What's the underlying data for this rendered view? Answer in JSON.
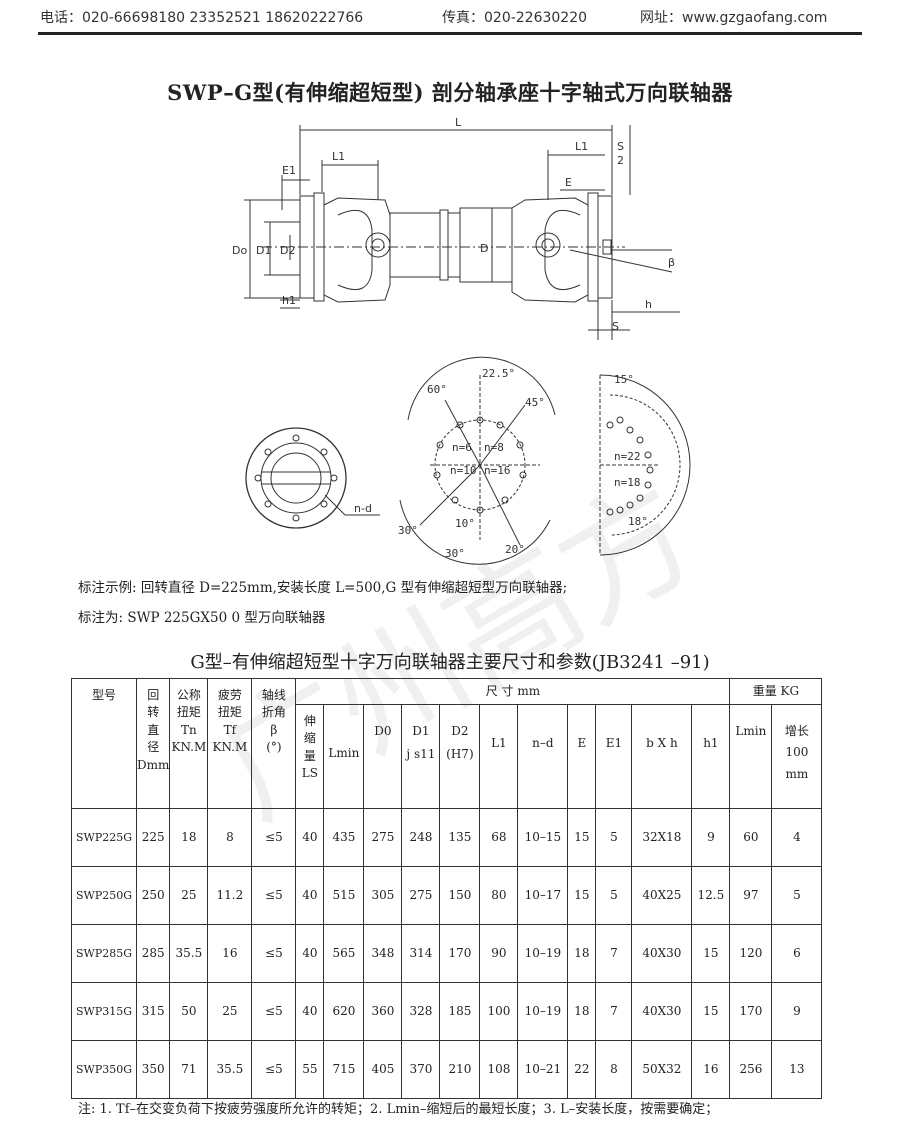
{
  "header": {
    "phone": "电话：020-66698180  23352521  18620222766",
    "fax": "传真：020-22630220",
    "website": "网址：www.gzgaofang.com"
  },
  "title": "SWP–G型(有伸缩超短型) 剖分轴承座十字轴式万向联轴器",
  "drawing_labels": {
    "L": "L",
    "L1": "L1",
    "L1_right": "L1",
    "S_half_top": "S",
    "S_half_bottom": "2",
    "E1": "E1",
    "E": "E",
    "Do": "Do",
    "D1": "D1",
    "D2": "D2",
    "D": "D",
    "beta": "β",
    "h1": "h1",
    "h": "h",
    "S": "S",
    "nd": "n-d",
    "a225": "22.5°",
    "a60": "60°",
    "a45": "45°",
    "a30a": "30°",
    "a10": "10°",
    "a30b": "30°",
    "a20": "20°",
    "n6": "n=6",
    "n8": "n=8",
    "n10": "n=10",
    "n16": "n=16",
    "a15": "15°",
    "n22": "n=22",
    "n18": "n=18",
    "a18": "18°"
  },
  "notes": {
    "example": "标注示例: 回转直径 D=225mm,安装长度 L=500,G 型有伸缩超短型万向联轴器;",
    "marked": "标注为:  SWP 225GX50  0 型万向联轴器"
  },
  "table_title": "G型–有伸缩超短型十字万向联轴器主要尺寸和参数(JB3241 –91)",
  "table": {
    "h_model": "型号",
    "h_rot": [
      "回",
      "转",
      "直",
      "径",
      "Dmm"
    ],
    "h_tn": [
      "公称",
      "扭矩",
      "Tn",
      "KN.M"
    ],
    "h_tf": [
      "疲劳",
      "扭矩",
      "Tf",
      "KN.M"
    ],
    "h_beta": [
      "轴线",
      "折角",
      "β",
      "(°)"
    ],
    "h_size": "尺    寸   mm",
    "h_weight": "重量 KG",
    "h_ls": [
      "伸",
      "缩",
      "量",
      "LS"
    ],
    "h_lmin": "Lmin",
    "h_d0": "D0",
    "h_d1": [
      "D1",
      "j s11"
    ],
    "h_d2": [
      "D2",
      "(H7)"
    ],
    "h_l1": "L1",
    "h_nd": "n–d",
    "h_e": "E",
    "h_e1": "E1",
    "h_bxh": "b  X  h",
    "h_h1": "h1",
    "h_wlmin": "Lmin",
    "h_inc": [
      "增长",
      "100",
      "mm"
    ],
    "rows": [
      [
        "SWP225G",
        "225",
        "18",
        "8",
        "≤5",
        "40",
        "435",
        "275",
        "248",
        "135",
        "68",
        "10–15",
        "15",
        "5",
        "32X18",
        "9",
        "60",
        "4"
      ],
      [
        "SWP250G",
        "250",
        "25",
        "11.2",
        "≤5",
        "40",
        "515",
        "305",
        "275",
        "150",
        "80",
        "10–17",
        "15",
        "5",
        "40X25",
        "12.5",
        "97",
        "5"
      ],
      [
        "SWP285G",
        "285",
        "35.5",
        "16",
        "≤5",
        "40",
        "565",
        "348",
        "314",
        "170",
        "90",
        "10–19",
        "18",
        "7",
        "40X30",
        "15",
        "120",
        "6"
      ],
      [
        "SWP315G",
        "315",
        "50",
        "25",
        "≤5",
        "40",
        "620",
        "360",
        "328",
        "185",
        "100",
        "10–19",
        "18",
        "7",
        "40X30",
        "15",
        "170",
        "9"
      ],
      [
        "SWP350G",
        "350",
        "71",
        "35.5",
        "≤5",
        "55",
        "715",
        "405",
        "370",
        "210",
        "108",
        "10–21",
        "22",
        "8",
        "50X32",
        "16",
        "256",
        "13"
      ]
    ]
  },
  "footnote": "注: 1. Tf–在交变负荷下按疲劳强度所允许的转矩；2. Lmin–缩短后的最短长度；3. L–安装长度，按需要确定；",
  "watermark": "广州高方"
}
